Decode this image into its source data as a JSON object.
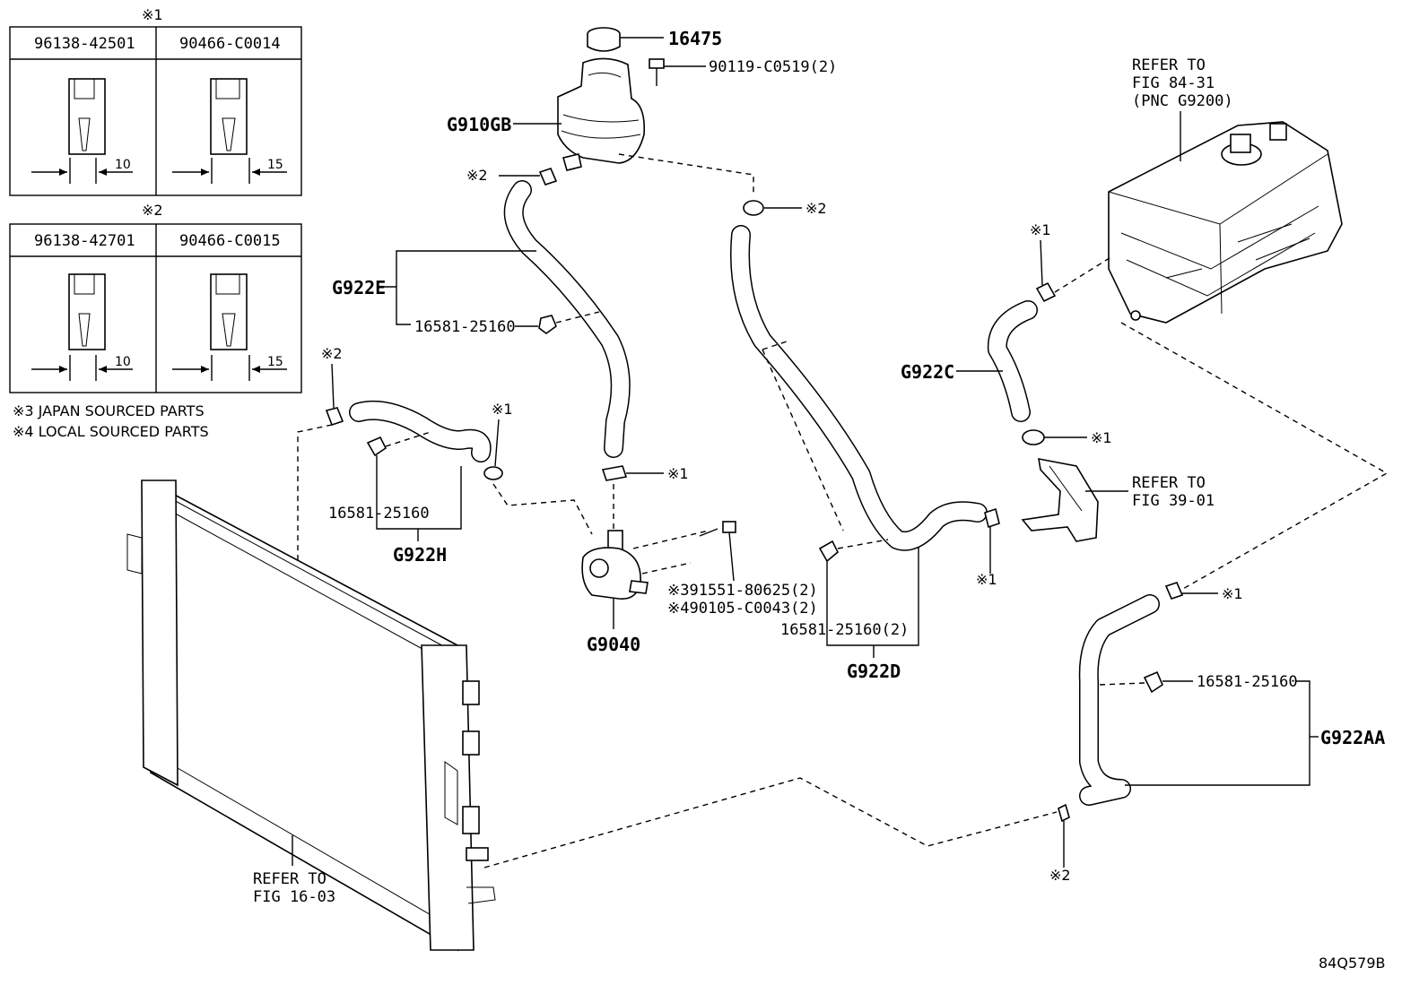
{
  "legend": {
    "box1": {
      "marker": "※1",
      "col_left_part": "96138-42501",
      "col_right_part": "90466-C0014",
      "col_left_dim": "10",
      "col_right_dim": "15"
    },
    "box2": {
      "marker": "※2",
      "col_left_part": "96138-42701",
      "col_right_part": "90466-C0015",
      "col_left_dim": "10",
      "col_right_dim": "15"
    },
    "note3": "※3 JAPAN SOURCED PARTS",
    "note4": "※4 LOCAL SOURCED PARTS"
  },
  "callouts": {
    "cap": "16475",
    "tank_bolt": "90119-C0519(2)",
    "tank": "G910GB",
    "clamp2_top_left": "※2",
    "clamp2_top_mid": "※2",
    "hose_e": "G922E",
    "clip_e": "16581-25160",
    "clamp2_h": "※2",
    "clamp1_h": "※1",
    "clip_h": "16581-25160",
    "hose_h": "G922H",
    "clamp1_pump": "※1",
    "pump_bolt_jp": "※391551-80625(2)",
    "pump_bolt_local": "※490105-C0043(2)",
    "pump": "G9040",
    "clip_d": "16581-25160(2)",
    "hose_d": "G922D",
    "clamp1_inv": "※1",
    "hose_c": "G922C",
    "clamp1_c_bottom": "※1",
    "clamp1_d": "※1",
    "clamp1_aa_top": "※1",
    "clip_aa": "16581-25160",
    "hose_aa": "G922AA",
    "clamp2_bottom": "※2"
  },
  "refs": {
    "inverter_l1": "REFER TO",
    "inverter_l2": "FIG 84-31",
    "inverter_l3": "(PNC G9200)",
    "pipe_l1": "REFER TO",
    "pipe_l2": "FIG 39-01",
    "radiator_l1": "REFER TO",
    "radiator_l2": "FIG 16-03"
  },
  "figure_id": "84Q579B"
}
